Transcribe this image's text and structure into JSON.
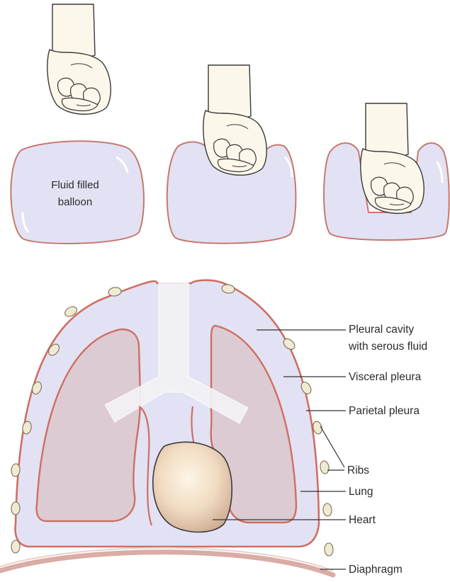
{
  "balloon": {
    "line1": "Fluid filled",
    "line2": "balloon"
  },
  "labels": {
    "pleural_cavity_line1": "Pleural cavity",
    "pleural_cavity_line2": "with serous fluid",
    "visceral_pleura": "Visceral pleura",
    "parietal_pleura": "Parietal pleura",
    "ribs": "Ribs",
    "lung": "Lung",
    "heart": "Heart",
    "diaphragm": "Diaphragm"
  },
  "colors": {
    "balloon_fill": "#e2e2f4",
    "balloon_stroke": "#c8786e",
    "cavity_fill": "#e2e2f4",
    "lung_fill": "#dccbd3",
    "pleura_stroke": "#cf6f62",
    "heart_center": "#fbf1e2",
    "heart_edge": "#c9a68f",
    "skin": "#fbf7ea",
    "rib_fill": "#f0ead3",
    "diaphragm": "#d9aca5",
    "leader_line": "#333333"
  },
  "icons": [
    "fist-icon",
    "rib-icon"
  ]
}
